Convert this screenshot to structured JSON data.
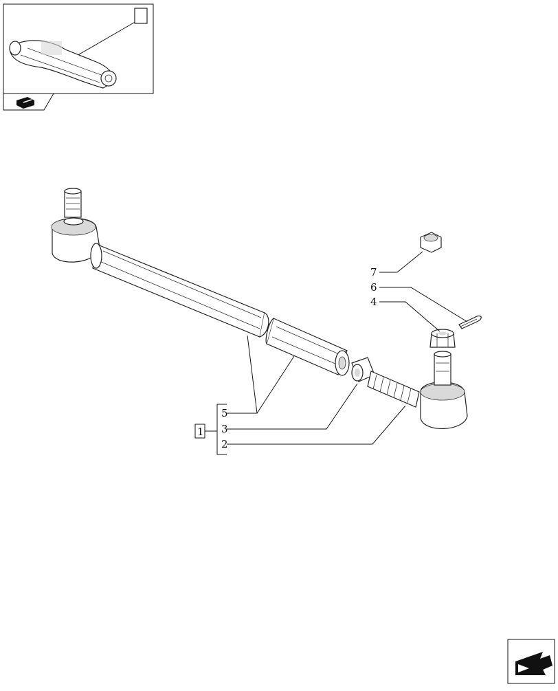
{
  "callouts": {
    "assembly": "1",
    "group": [
      "5",
      "3",
      "2"
    ],
    "parts": [
      "7",
      "6",
      "4"
    ]
  },
  "icons": {
    "thumbnail": "axle-assembly-thumbnail-icon",
    "reference": "book-reference-icon",
    "navigation": "previous-page-arrow-icon"
  }
}
